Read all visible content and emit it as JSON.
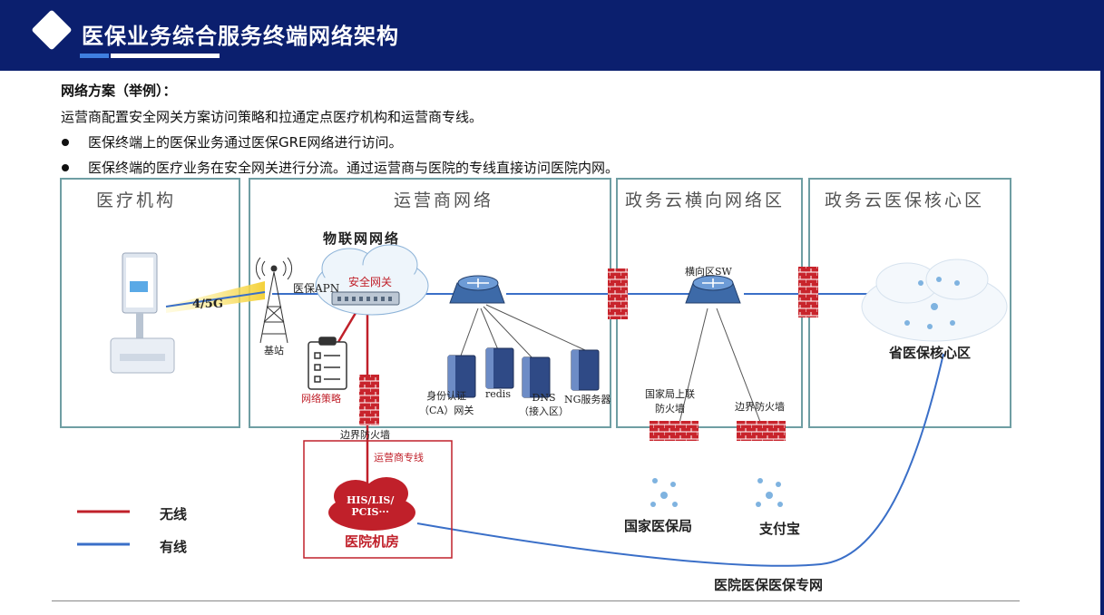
{
  "header": {
    "title": "医保业务综合服务终端网络架构"
  },
  "intro": {
    "heading": "网络方案（举例）：",
    "line1": "运营商配置安全网关方案访问策略和拉通定点医疗机构和运营商专线。",
    "bullets": [
      "医保终端上的医保业务通过医保GRE网络进行访问。",
      "医保终端的医疗业务在安全网关进行分流。通过运营商与医院的专线直接访问医院内网。"
    ]
  },
  "zones": {
    "medical": "医疗机构",
    "operator": "运营商网络",
    "gov_horizontal": "政务云横向网络区",
    "gov_core": "政务云医保核心区"
  },
  "labels": {
    "iot": "物联网网络",
    "apn": "医保APN",
    "gateway": "安全网关",
    "band": "4/5G",
    "station": "基站",
    "policy": "网络策略",
    "border_fw": "边界防火墙",
    "ca": "身份认证\n（CA）网关",
    "redis": "redis",
    "dns": "DNS\n（接入区）",
    "ng": "NG服务器",
    "sw": "横向区SW",
    "national_fw": "国家局上联\n防火墙",
    "boundary_fw2": "边界防火墙",
    "province": "省医保核心区",
    "national": "国家医保局",
    "alipay": "支付宝",
    "dedicated": "运营商专线",
    "his": "HIS/LIS/\nPCIS···",
    "hospital_room": "医院机房",
    "hospital_net": "医院医保医保专网"
  },
  "legend": {
    "wireless": "无线",
    "wired": "有线"
  },
  "colors": {
    "header": "#0b1f6e",
    "wireless": "#c0202a",
    "wired": "#3a6fc8",
    "zone_border": "#6f9ea3",
    "firewall": "#c8242c"
  }
}
